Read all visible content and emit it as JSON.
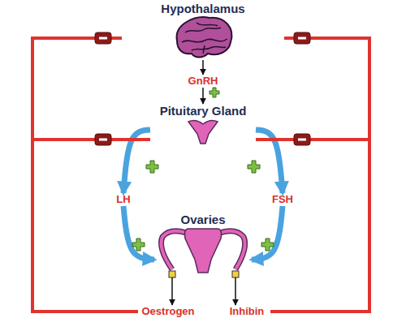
{
  "diagram": {
    "nodes": [
      {
        "text": [
          "Hypothalamus"
        ]
      },
      {
        "text": [
          "GnRH"
        ]
      },
      {
        "text": [
          "Pituitary Gland"
        ]
      },
      {
        "text": [
          "LH"
        ]
      },
      {
        "text": [
          "FSH"
        ]
      },
      {
        "text": [
          "Ovaries"
        ]
      },
      {
        "text": [
          "Oestrogen"
        ]
      },
      {
        "text": [
          "Inhibin"
        ]
      }
    ],
    "edges": [
      {
        "from": 0,
        "to": 1,
        "arrow": "to"
      },
      {
        "from": 1,
        "to": 2,
        "arrow": "to"
      },
      {
        "from": 2,
        "to": 3,
        "arrow": "to"
      },
      {
        "from": 2,
        "to": 4,
        "arrow": "to"
      },
      {
        "from": 3,
        "to": 5,
        "arrow": "to"
      },
      {
        "from": 4,
        "to": 5,
        "arrow": "to"
      },
      {
        "from": 5,
        "to": 6,
        "arrow": "to"
      },
      {
        "from": 5,
        "to": 7,
        "arrow": "to"
      },
      {
        "from": 6,
        "to": 0,
        "arrow": "none"
      },
      {
        "from": 6,
        "to": 2,
        "arrow": "none"
      },
      {
        "from": 7,
        "to": 0,
        "arrow": "none"
      },
      {
        "from": 7,
        "to": 2,
        "arrow": "none"
      }
    ]
  }
}
